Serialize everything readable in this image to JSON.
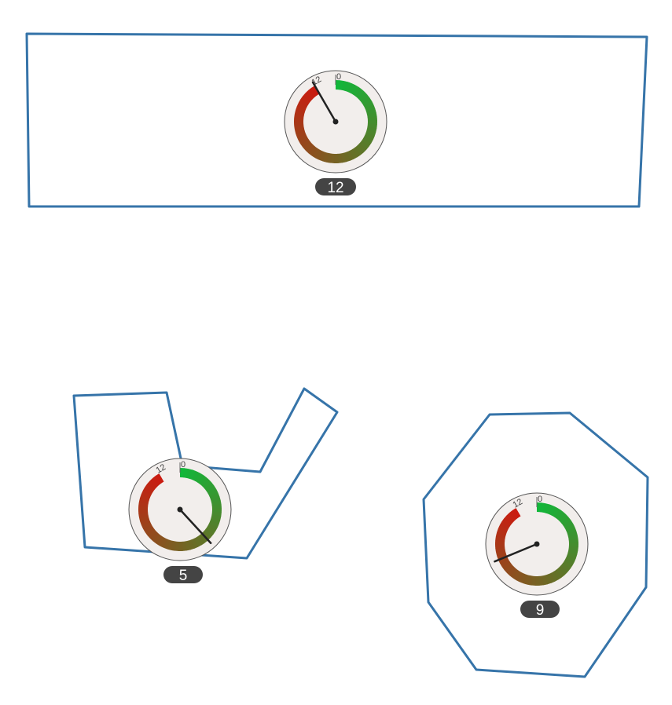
{
  "colors": {
    "outline": "#3674a9",
    "gauge_face": "#f2eeec",
    "gauge_rim": "#555555",
    "needle": "#222222",
    "badge_bg": "#444444",
    "badge_text": "#ffffff",
    "scale_low": "#10b83a",
    "scale_high": "#cc1a10"
  },
  "scale": {
    "min": 0,
    "max": 12,
    "min_label": "0",
    "max_label": "12"
  },
  "zones": [
    {
      "id": "zone-rectangle",
      "shape": "rectangle",
      "gauge": {
        "value": 12,
        "label": "12"
      }
    },
    {
      "id": "zone-l-shape",
      "shape": "l-shape",
      "gauge": {
        "value": 5,
        "label": "5"
      }
    },
    {
      "id": "zone-octagon",
      "shape": "octagon",
      "gauge": {
        "value": 9,
        "label": "9"
      }
    }
  ]
}
